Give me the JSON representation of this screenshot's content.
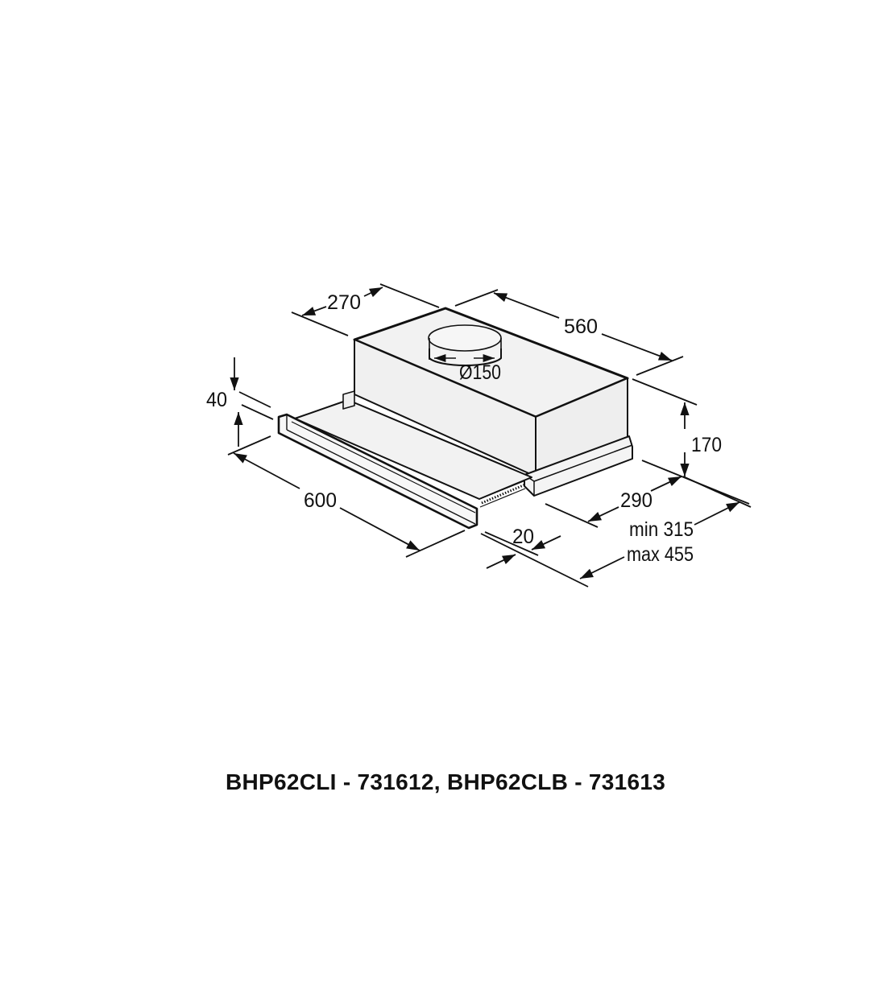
{
  "diagram": {
    "type": "technical-dimension-drawing",
    "subject": "telescopic cooker hood",
    "units": "mm",
    "colors": {
      "line": "#111111",
      "body_fill": "#f2f2f2",
      "background": "#ffffff"
    },
    "dimensions": {
      "depth_top": "270",
      "width_body": "560",
      "duct_diameter": "Ø150",
      "visor_height": "40",
      "height_total": "170",
      "width_total": "600",
      "depth_body": "290",
      "visor_thickness": "20",
      "extension_min": "min 315",
      "extension_max": "max 455"
    }
  },
  "caption": {
    "models": "BHP62CLI - 731612, BHP62CLB - 731613"
  }
}
